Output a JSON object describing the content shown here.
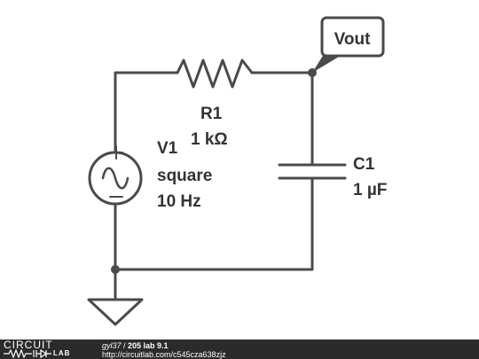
{
  "components": {
    "r1": {
      "name": "R1",
      "value": "1 kΩ"
    },
    "c1": {
      "name": "C1",
      "value": "1 µF"
    },
    "v1": {
      "name": "V1",
      "waveform": "square",
      "frequency": "10 Hz"
    },
    "net_label": "Vout"
  },
  "footer": {
    "brand_top": "CIRCUIT",
    "brand_bottom": "LAB",
    "user": "gyl37",
    "separator": " / ",
    "title": "205 lab 9.1",
    "url": "http://circuitlab.com/c545cza638zjz"
  },
  "colors": {
    "wire": "#4a4a4a",
    "text": "#333333",
    "footer_bg": "#2b2b2b"
  }
}
